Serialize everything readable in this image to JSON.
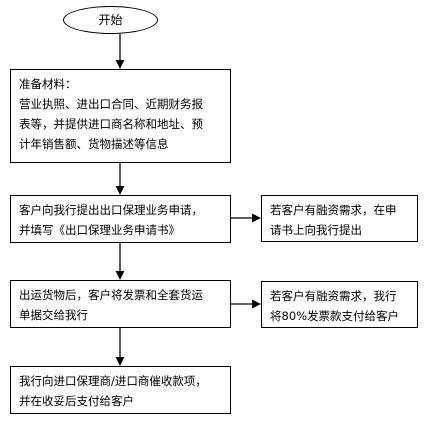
{
  "nodes": {
    "start": {
      "text": "开始"
    },
    "prepare": {
      "lines": [
        "准备材料：",
        "营业执照、进出口合同、近期财务报",
        "表等，并提供进口商名称和地址、预",
        "计年销售额、货物描述等信息"
      ]
    },
    "apply": {
      "lines": [
        "客户向我行提出出口保理业务申请，",
        "并填写《出口保理业务申请书》"
      ]
    },
    "financing_request": {
      "lines": [
        "若客户有融资需求，在申",
        "请书上向我行提出"
      ]
    },
    "ship": {
      "lines": [
        "出运货物后，客户将发票和全套货运",
        "单据交给我行"
      ]
    },
    "financing_payment": {
      "lines": [
        "若客户有融资需求，我行",
        "将80%发票款支付给客户"
      ]
    },
    "collect": {
      "lines": [
        "我行向进口保理商/进口商催收款项，",
        "并在收妥后支付给客户"
      ]
    }
  },
  "colors": {
    "stroke": "#000000",
    "fill": "#ffffff",
    "text": "#000000"
  }
}
